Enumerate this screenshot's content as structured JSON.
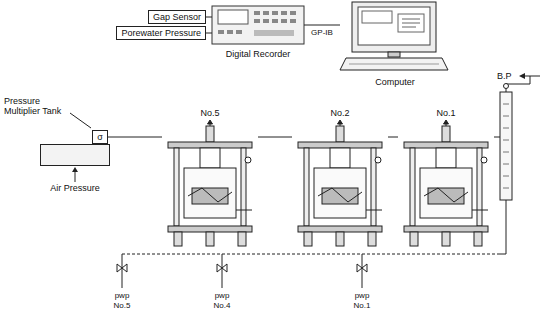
{
  "diagram": {
    "nodes": [
      {
        "text": [
          "Gap Sensor"
        ]
      },
      {
        "text": [
          "Porewater Pressure"
        ]
      },
      {
        "text": [
          "Digital Recorder"
        ]
      },
      {
        "text": [
          "Computer"
        ]
      },
      {
        "text": [
          "σ"
        ]
      },
      {
        "text": [
          "Air Pressure"
        ]
      },
      {
        "text": [
          "No.5"
        ]
      },
      {
        "text": [
          "No.2"
        ]
      },
      {
        "text": [
          "No.1"
        ]
      }
    ],
    "edges": [
      {
        "from": 0,
        "to": 2,
        "arrow": "none"
      },
      {
        "from": 1,
        "to": 2,
        "arrow": "none"
      },
      {
        "from": 2,
        "to": 3,
        "label": "GP-IB",
        "arrow": "none"
      },
      {
        "from": 4,
        "to": 6,
        "arrow": "none"
      },
      {
        "from": 6,
        "to": 7,
        "arrow": "none"
      },
      {
        "from": 7,
        "to": 8,
        "arrow": "none"
      }
    ],
    "labels": [
      "B.P",
      "Pressure Multiplier Tank",
      "pwp No.5",
      "pwp No.4",
      "pwp No.1"
    ]
  }
}
